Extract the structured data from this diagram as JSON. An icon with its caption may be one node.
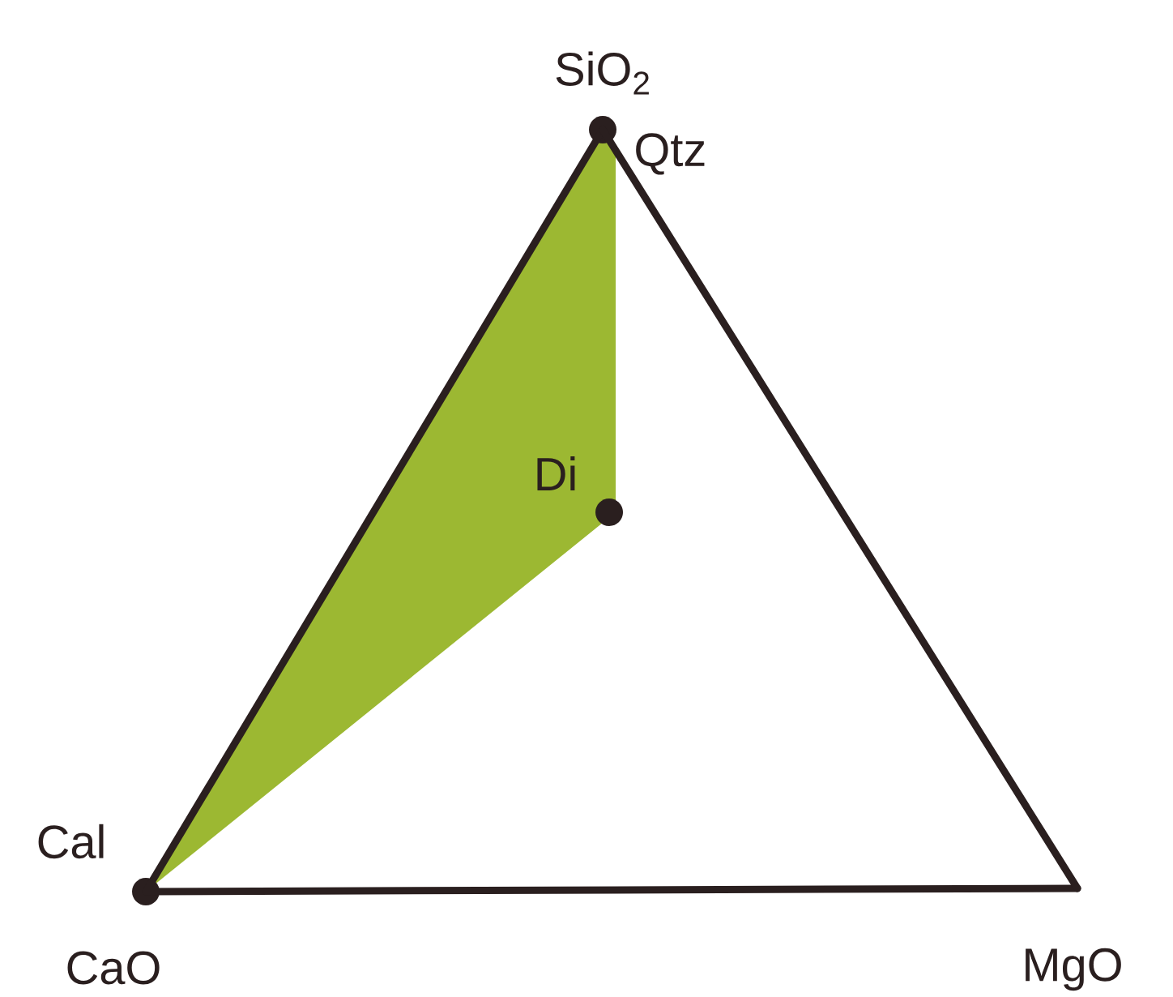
{
  "diagram": {
    "nodes": [
      {
        "text": [
          "SiO$_{2}$",
          "Qtz"
        ]
      },
      {
        "text": [
          "Di"
        ]
      },
      {
        "text": [
          "Cal",
          "CaO"
        ]
      },
      {
        "text": [
          "MgO"
        ]
      }
    ],
    "edges": [
      {
        "from": 0,
        "to": 2,
        "arrow": "none"
      },
      {
        "from": 2,
        "to": 3,
        "arrow": "none"
      },
      {
        "from": 3,
        "to": 0,
        "arrow": "none"
      }
    ]
  }
}
